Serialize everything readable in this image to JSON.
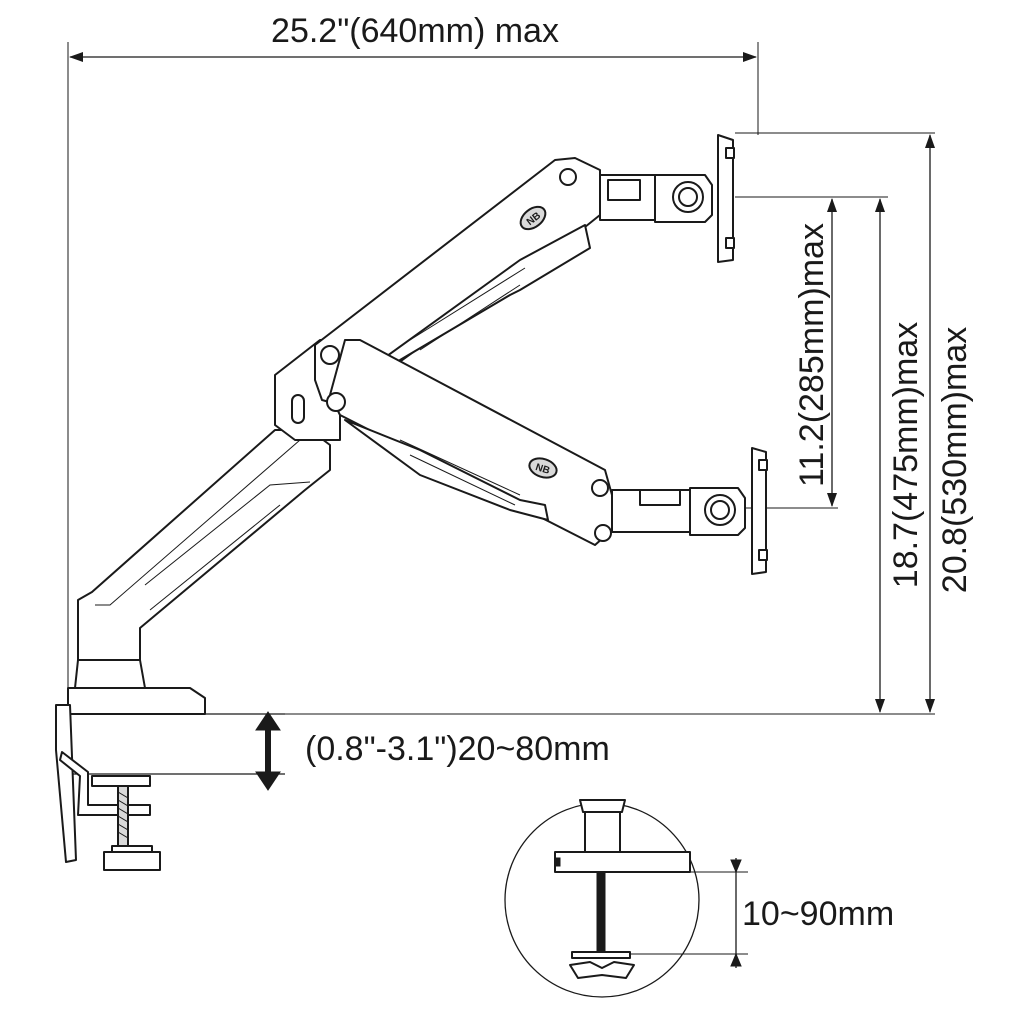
{
  "dimensions": {
    "max_width": "25.2\"(640mm) max",
    "desk_thickness": "(0.8\"-3.1\")20~80mm",
    "clamp_range": "10~90mm",
    "height_small": "11.2(285mm)max",
    "height_mid": "18.7(475mm)max",
    "height_large": "20.8(530mm)max"
  },
  "logo": {
    "text": "NB"
  },
  "colors": {
    "ink": "#1a1a1a",
    "background": "#ffffff"
  }
}
